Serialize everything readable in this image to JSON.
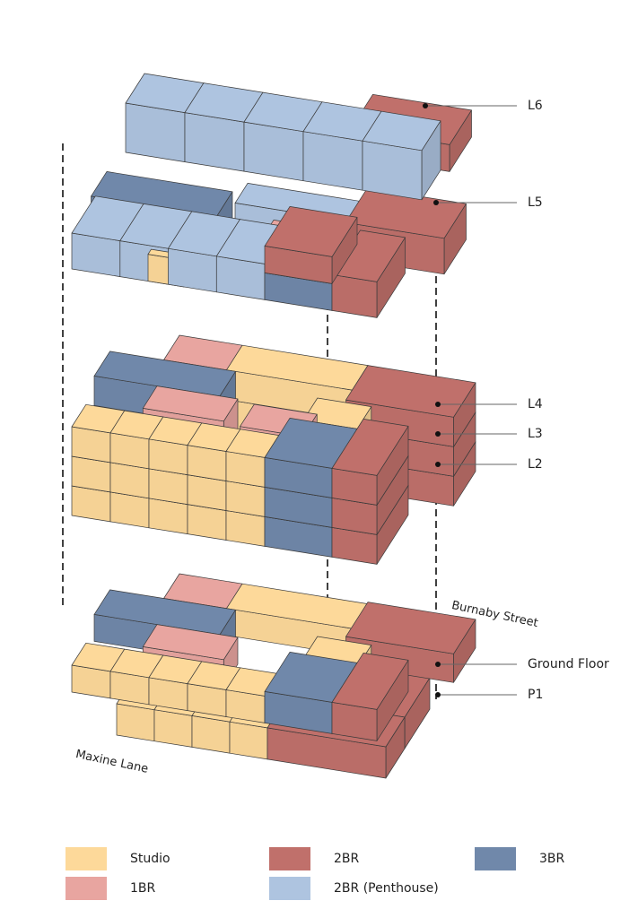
{
  "levels": {
    "l6": "L6",
    "l5": "L5",
    "l4": "L4",
    "l3": "L3",
    "l2": "L2",
    "ground": "Ground Floor",
    "p1": "P1"
  },
  "streets": {
    "east": "Burnaby Street",
    "south": "Maxine Lane"
  },
  "legend": [
    {
      "label": "Studio",
      "color": "#fdd99a"
    },
    {
      "label": "2BR",
      "color": "#c0706b"
    },
    {
      "label": "3BR",
      "color": "#7088aa"
    },
    {
      "label": "1BR",
      "color": "#e8a5a0"
    },
    {
      "label": "2BR (Penthouse)",
      "color": "#aec4e0"
    }
  ],
  "colors": {
    "studio": "#fdd99a",
    "one_br": "#e8a5a0",
    "two_br": "#c0706b",
    "three_br": "#7088aa",
    "penthouse": "#aec4e0"
  }
}
